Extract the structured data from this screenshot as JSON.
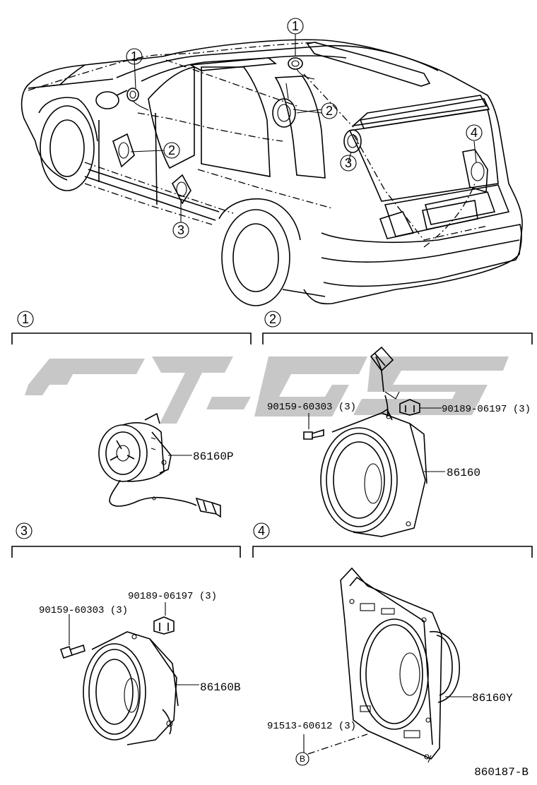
{
  "callouts": {
    "c1": "1",
    "c2": "2",
    "c3": "3",
    "c4": "4"
  },
  "sections": [
    {
      "number": "1",
      "parts": [
        {
          "part_no": "86160P"
        }
      ]
    },
    {
      "number": "2",
      "parts": [
        {
          "part_no": "86160"
        },
        {
          "part_no": "90159-60303 (3)"
        },
        {
          "part_no": "90189-06197 (3)"
        }
      ]
    },
    {
      "number": "3",
      "parts": [
        {
          "part_no": "86160B"
        },
        {
          "part_no": "90159-60303 (3)"
        },
        {
          "part_no": "90189-06197 (3)"
        }
      ]
    },
    {
      "number": "4",
      "parts": [
        {
          "part_no": "86160Y"
        },
        {
          "part_no": "91513-60612 (3)"
        }
      ]
    }
  ],
  "ref_b": "B",
  "figure_id": "860187-B"
}
